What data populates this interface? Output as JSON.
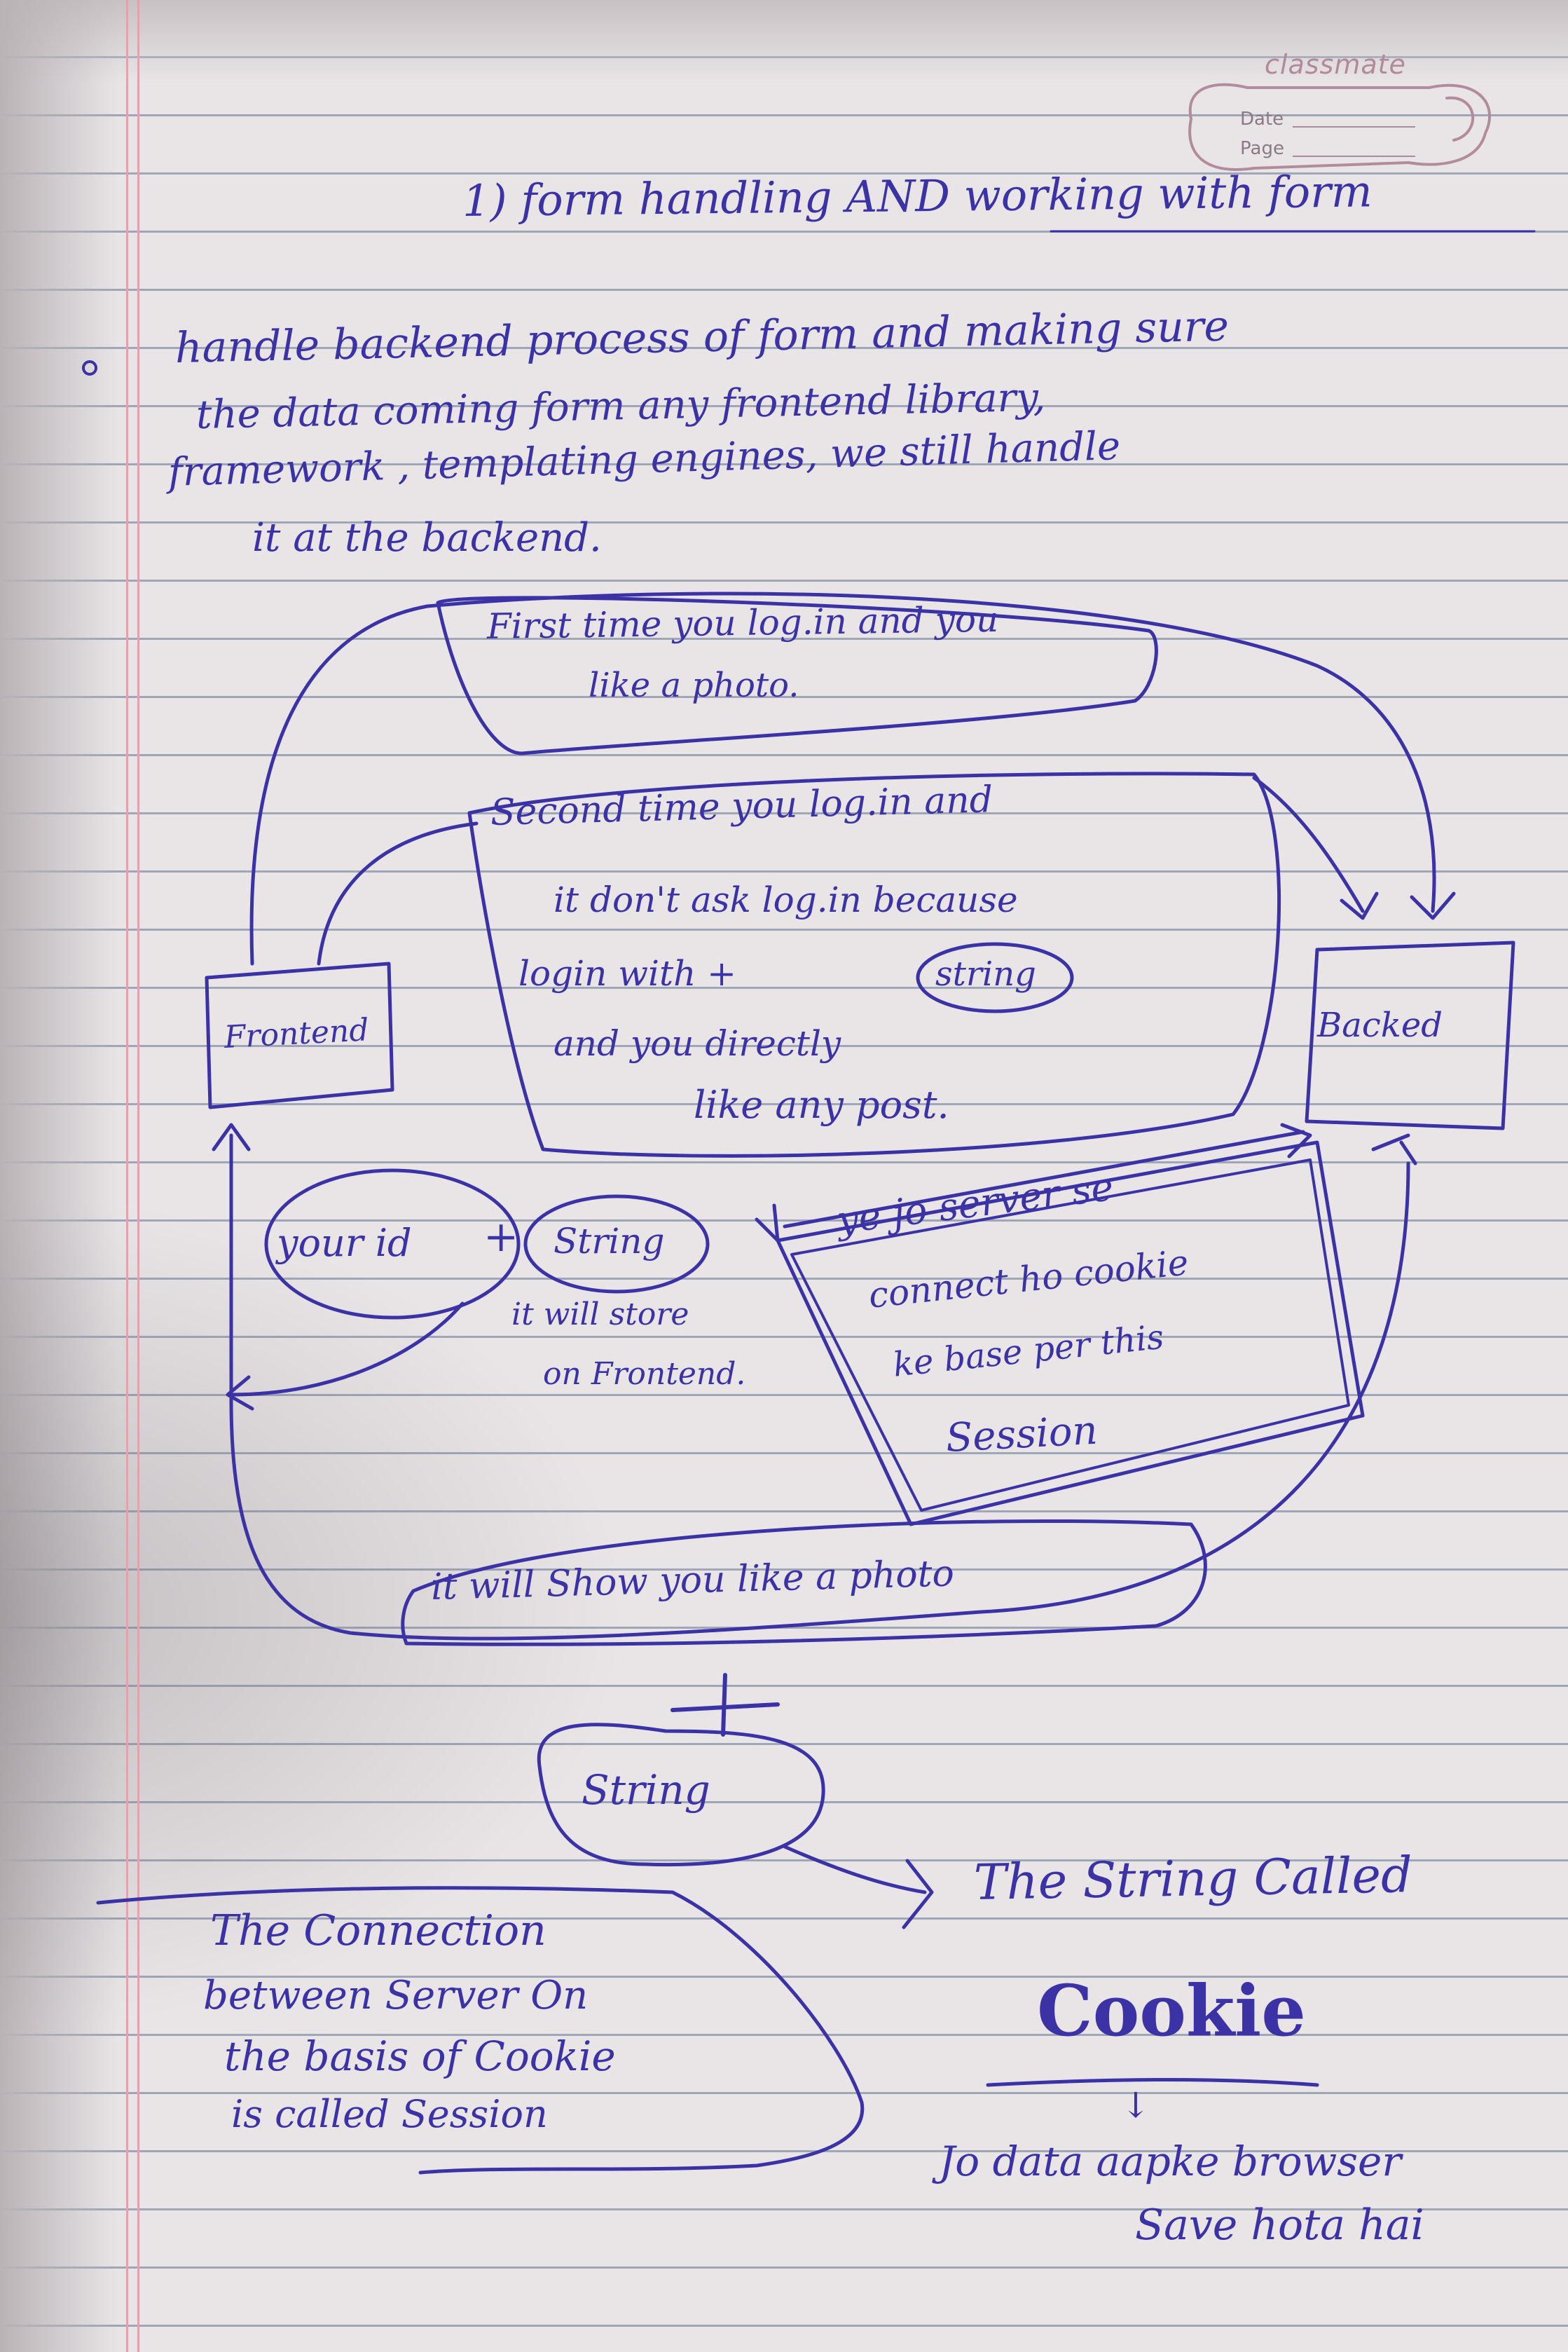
{
  "brand": "classmate",
  "date_label": "Date",
  "page_label": "Page",
  "title": "1) form handling AND working with form",
  "intro": {
    "line1": "handle backend process of form and making sure",
    "line2": "the data coming form any frontend library,",
    "line3": "framework , templating engines, we still handle",
    "line4": "it at the backend."
  },
  "frontend_box": "Frontend",
  "backend_box": "Backed",
  "first_time": {
    "line1": "First time you log.in and you",
    "line2": "like a photo."
  },
  "second_time": {
    "line1": "Second time you log.in and",
    "line2": "it don't ask log.in because",
    "line3": "login with +",
    "string_word": "string",
    "line4": "and you directly",
    "line5": "like any post."
  },
  "id_string": {
    "your_id": "your id",
    "plus": "+",
    "string_word": "String",
    "stored1": "it will store",
    "stored2": "on Frontend."
  },
  "server_note": {
    "line1": "ye jo server se",
    "line2": "connect ho cookie",
    "line3": "ke base per this",
    "line4": "Session"
  },
  "show_photo": "it will Show you like a photo",
  "plus_sign": "+",
  "string_bubble": "String",
  "cookie_label": {
    "line1": "The String Called",
    "line2": "Cookie",
    "arrow": "↓",
    "line3": "Jo data aapke browser",
    "line4": "Save hota hai"
  },
  "session_def": {
    "line1": "The Connection",
    "line2": "between Server On",
    "line3": "the basis of Cookie",
    "line4": "is called Session"
  },
  "colors": {
    "ink": "#3b32a6",
    "rule": "#9fa6b8",
    "margin": "#e2a3ad",
    "paper": "#e9e5e7"
  }
}
